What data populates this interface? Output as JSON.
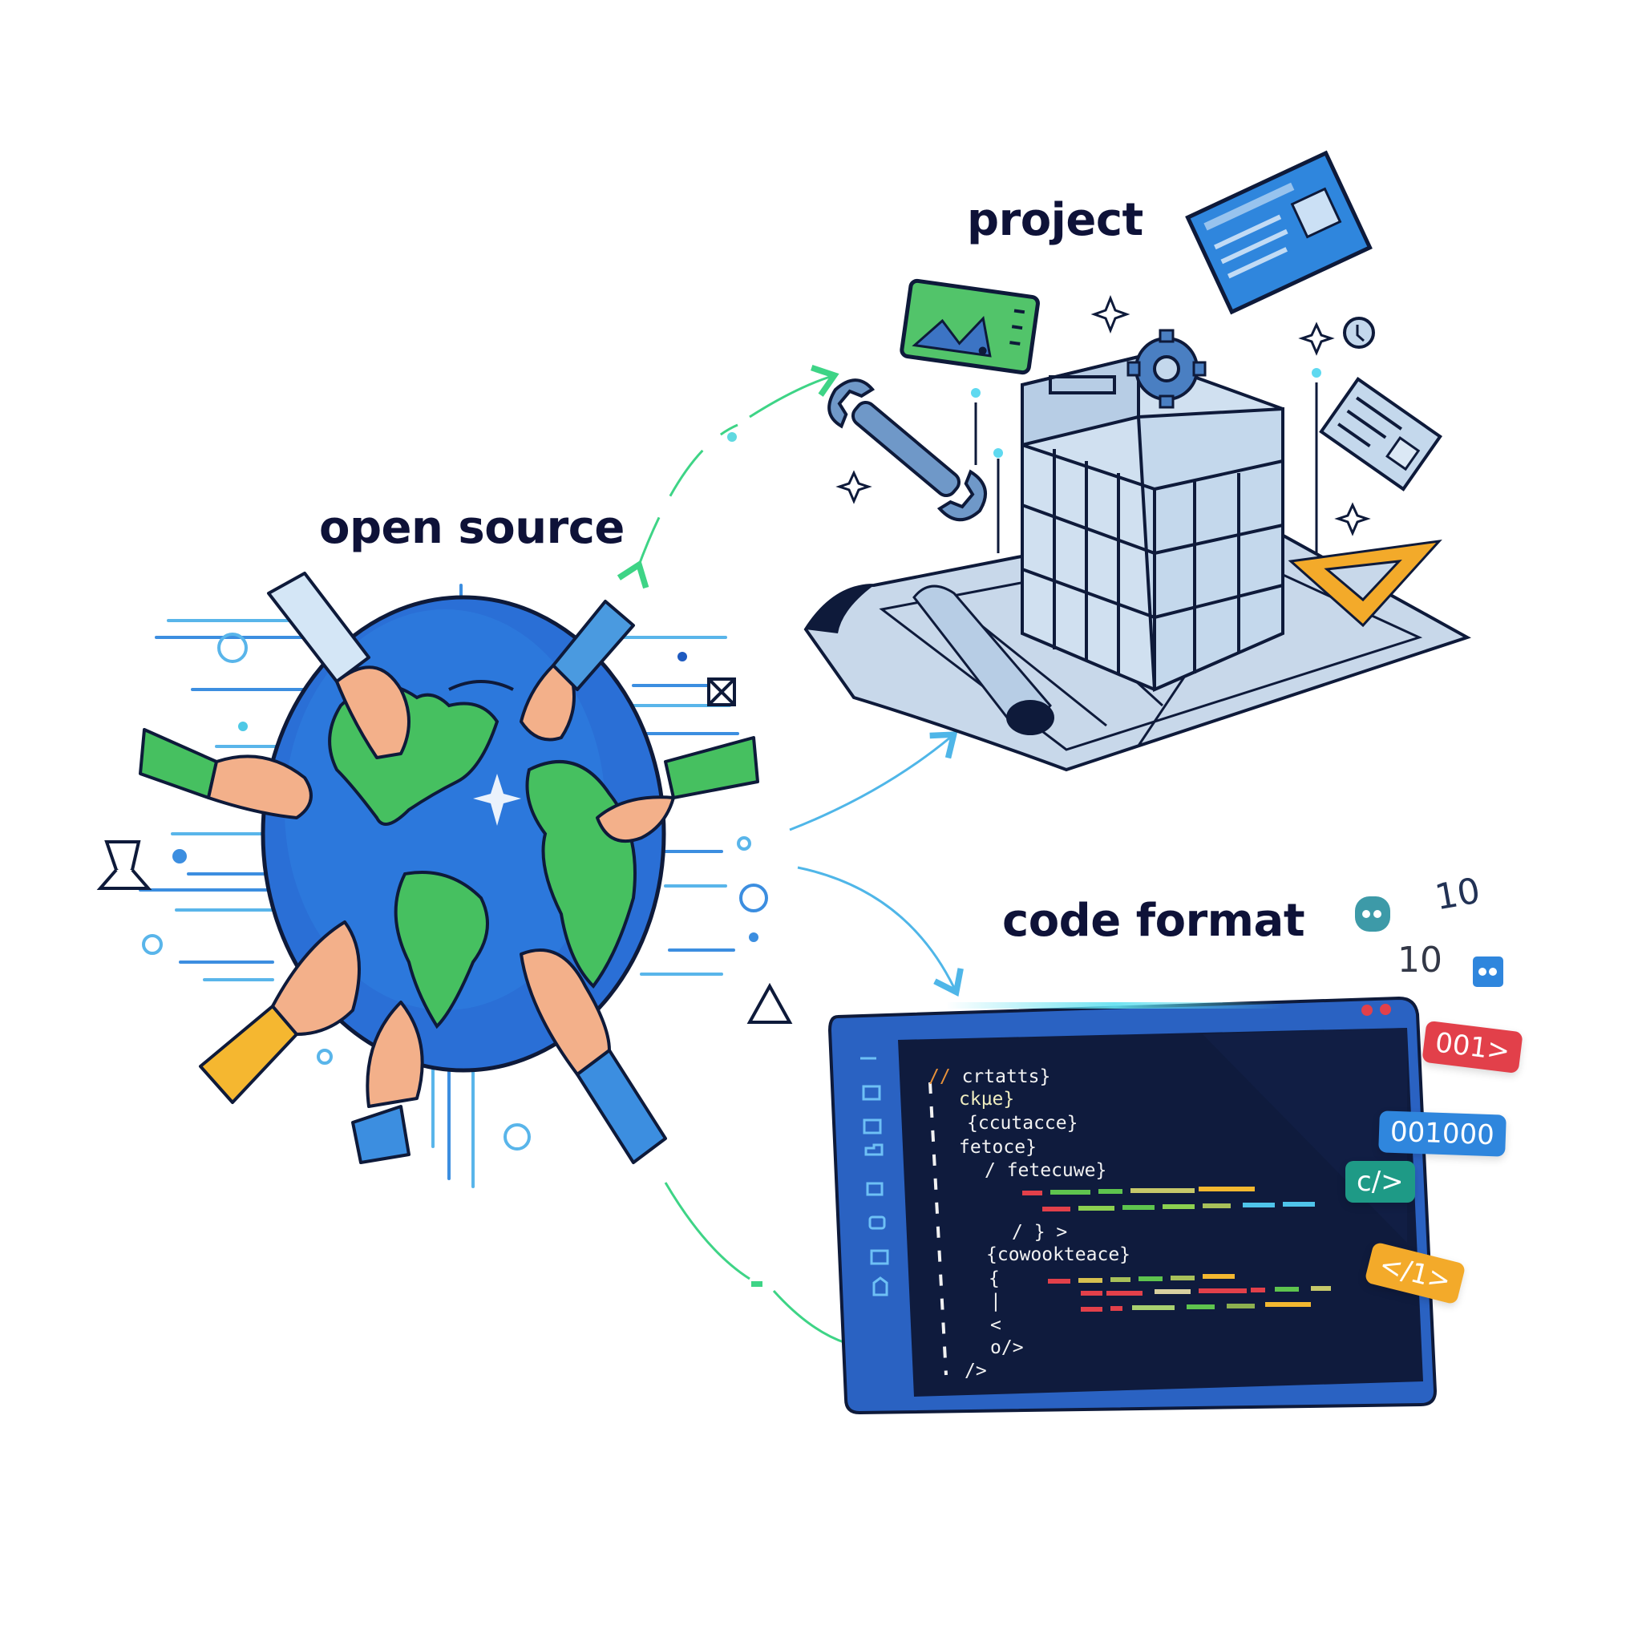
{
  "nodes": {
    "open_source": {
      "label": "open source"
    },
    "project": {
      "label": "project"
    },
    "code_format": {
      "label": "code format"
    }
  },
  "connections": [
    {
      "from": "open_source",
      "to": "project",
      "style": "dashed-green",
      "bidirectional": true
    },
    {
      "from": "open_source",
      "to": "project",
      "style": "solid-blue"
    },
    {
      "from": "open_source",
      "to": "code_format",
      "style": "solid-blue"
    },
    {
      "from": "open_source",
      "to": "code_format",
      "style": "dashed-green"
    }
  ],
  "editor": {
    "code_lines": [
      {
        "text": "crtatts}",
        "prefix": "//"
      },
      {
        "text": "ckµe}"
      },
      {
        "text": "{ccutacce}"
      },
      {
        "text": "fetoce}"
      },
      {
        "text": "/ fetecuwe}"
      },
      {
        "text": "/ } >"
      },
      {
        "text": "{cowookteace}"
      },
      {
        "text": "{"
      },
      {
        "text": "|"
      },
      {
        "text": "<"
      },
      {
        "text": "o/>"
      },
      {
        "text": "/>"
      }
    ],
    "sidebar_icons": [
      "menu-icon",
      "folder-icon",
      "window-icon",
      "folder-open-icon",
      "package-icon",
      "image-icon",
      "window-icon",
      "home-icon"
    ]
  },
  "chips": [
    {
      "text": "001>",
      "color": "#e2404a"
    },
    {
      "text": "001000",
      "color": "#2f86dd"
    },
    {
      "text": "c/>",
      "color": "#1e9a86"
    },
    {
      "text": "</1>",
      "color": "#f3aa2a"
    }
  ],
  "floating_numbers": [
    {
      "text": "10",
      "color": "#223255"
    },
    {
      "text": "10",
      "color": "#333847"
    }
  ],
  "colors": {
    "label": "#0e1238",
    "globe_ocean": "#2a6fd6",
    "land": "#46c060",
    "editor_frame": "#2a62c2",
    "editor_bg": "#0f1b3d",
    "blueprint": "#c8d8ea",
    "outline": "#0e1a3a",
    "arrow_green": "#3ed486",
    "arrow_blue": "#4fb6e8"
  }
}
